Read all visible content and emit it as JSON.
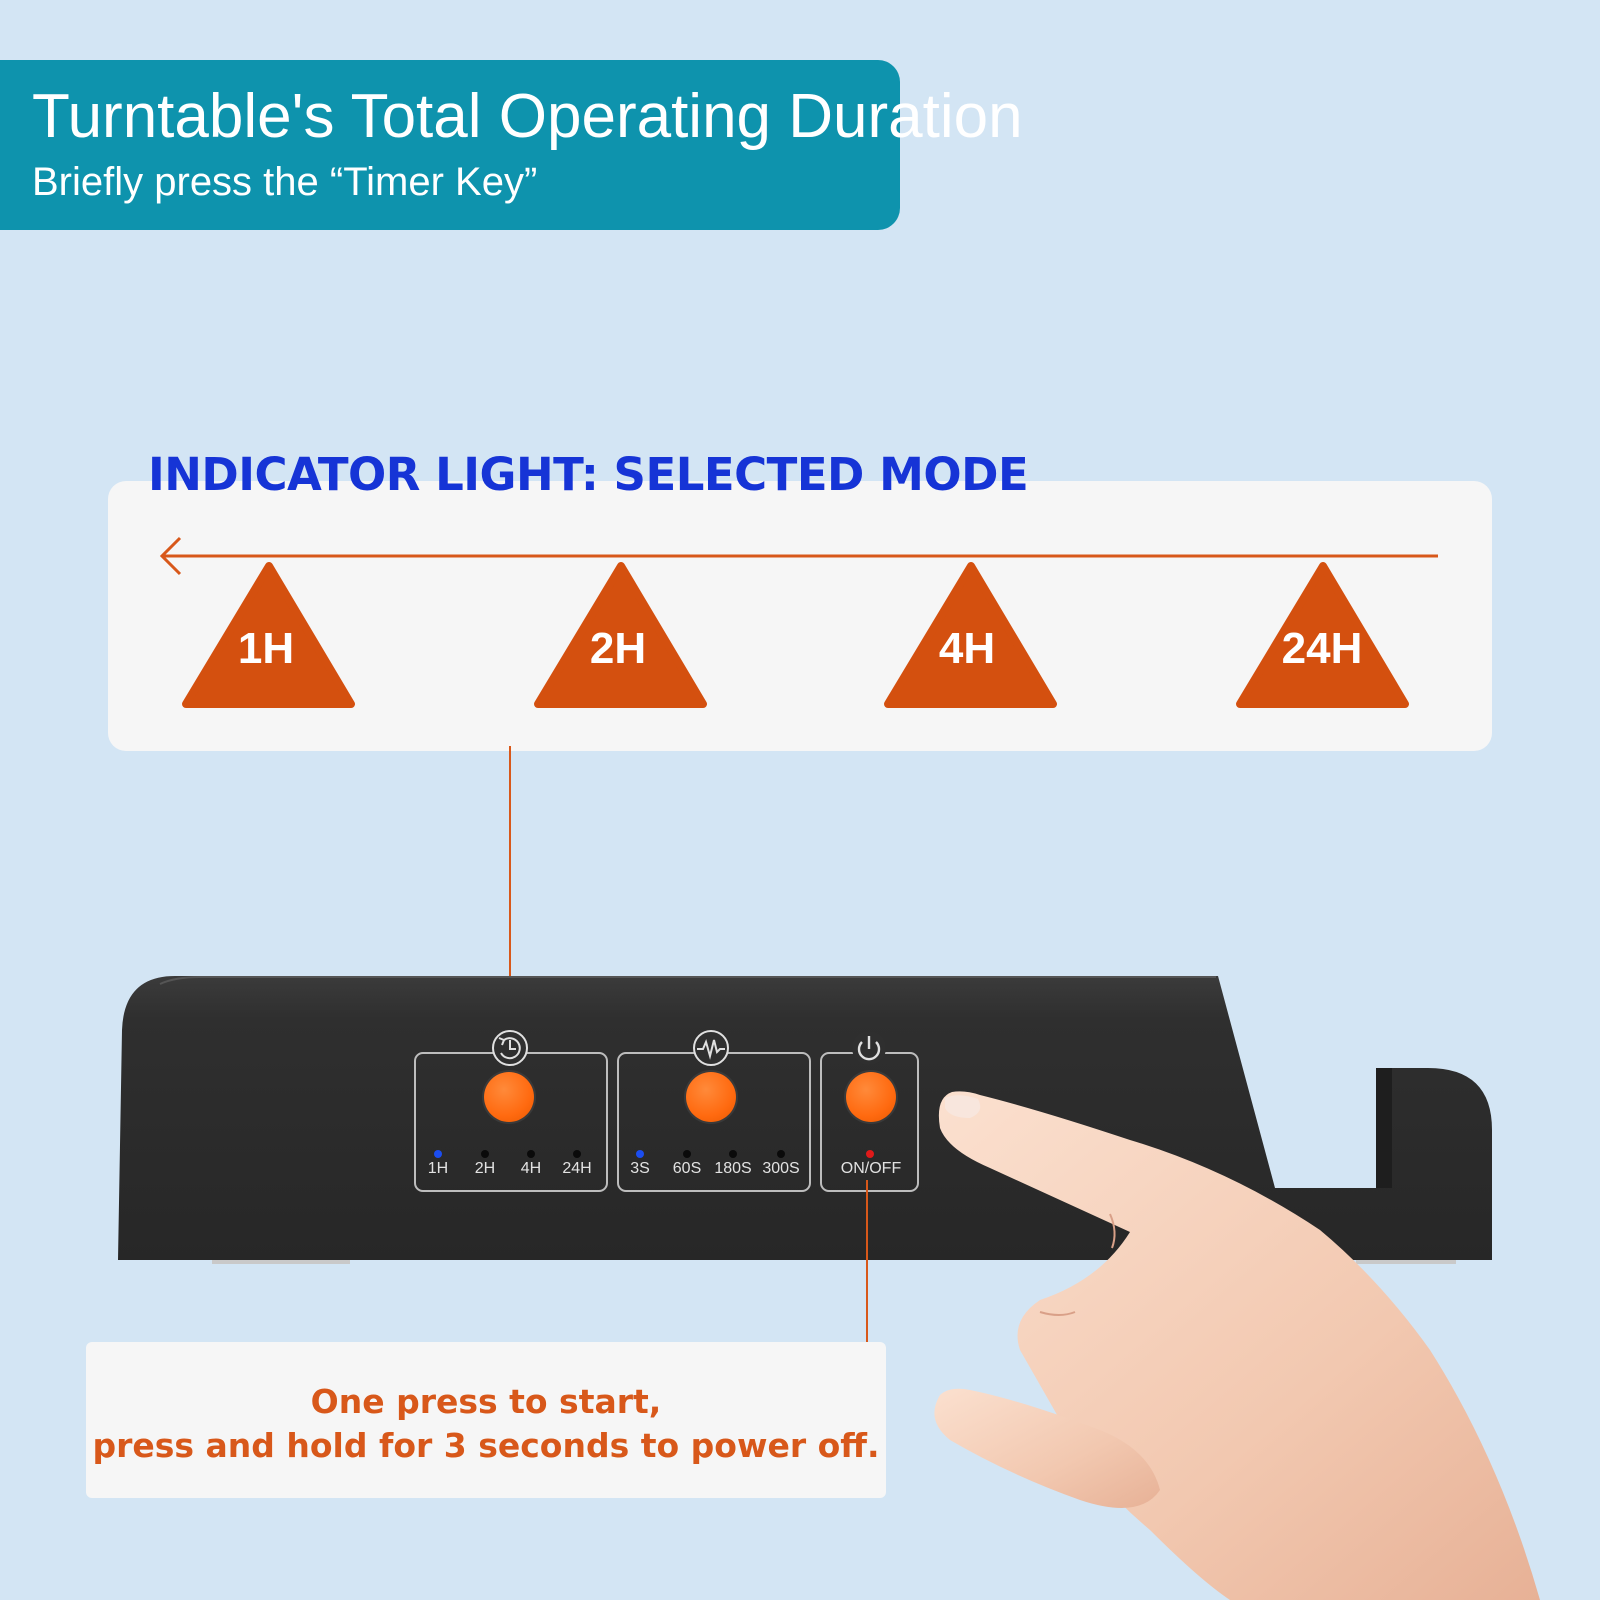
{
  "header": {
    "title": "Turntable's Total Operating Duration",
    "subtitle": "Briefly press the “Timer Key”"
  },
  "indicator": {
    "heading": "INDICATOR LIGHT: SELECTED MODE",
    "modes": [
      "1H",
      "2H",
      "4H",
      "24H"
    ]
  },
  "device": {
    "timer_key": {
      "icon": "timer-icon",
      "labels": [
        "1H",
        "2H",
        "4H",
        "24H"
      ],
      "active_index": 0
    },
    "rotation_key": {
      "icon": "pulse-icon",
      "labels": [
        "3S",
        "60S",
        "180S",
        "300S"
      ],
      "active_index": 0
    },
    "power_key": {
      "icon": "power-icon",
      "label": "ON/OFF"
    }
  },
  "callout": {
    "line1": "One press to start,",
    "line2": "press and hold for 3 seconds to power off."
  },
  "colors": {
    "background": "#d3e5f4",
    "banner": "#0e93ad",
    "heading_blue": "#1634d6",
    "accent_orange": "#d8581a",
    "triangle_orange": "#d4500f",
    "device_body": "#2f2f2f",
    "indicator_blue": "#1b4df0",
    "indicator_red": "#e01a1a"
  }
}
